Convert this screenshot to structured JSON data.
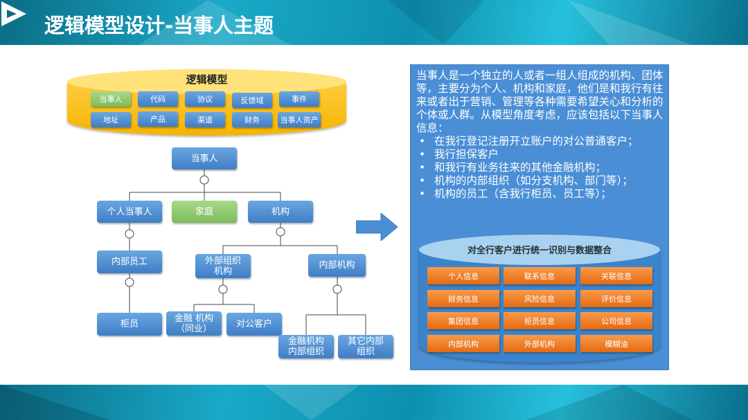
{
  "header": {
    "title": "逻辑模型设计-当事人主题"
  },
  "model": {
    "title": "逻辑模型",
    "items": [
      "当事人",
      "代码",
      "协议",
      "反馈域",
      "事件",
      "地址",
      "产品",
      "渠道",
      "财务",
      "当事人资产"
    ]
  },
  "tree": {
    "root": "当事人",
    "person": "个人当事人",
    "family": "家庭",
    "org": "机构",
    "staff": "内部员工",
    "ext_org": "外部组织机构",
    "int_org": "内部机构",
    "teller": "柜员",
    "fin_org": "金融 机构（同业）",
    "corp": "对公客户",
    "fin_int": "金融机构内部组织",
    "other_int": "其它内部组织"
  },
  "panel": {
    "intro": "当事人是一个独立的人或者一组人组成的机构、团体等，主要分为个人、机构和家庭，他们是和我行有往来或者出于营销、管理等各种需要希望关心和分析的个体或人群。从模型角度考虑，应该包括以下当事人信息：",
    "bullets": [
      "在我行登记注册开立账户的对公普通客户；",
      "我行担保客户",
      "和我行有业务往来的其他金融机构；",
      "机构的内部组织（如分支机构、部门等）；",
      "机构的员工（含我行柜员、员工等）；"
    ],
    "db_title": "对全行客户进行统一识别与数据整合",
    "db_items": [
      "个人信息",
      "联系信息",
      "关联信息",
      "财务信息",
      "风险信息",
      "评价信息",
      "集团信息",
      "柜员信息",
      "公司信息",
      "内部机构",
      "外部机构",
      "模糊油"
    ]
  }
}
